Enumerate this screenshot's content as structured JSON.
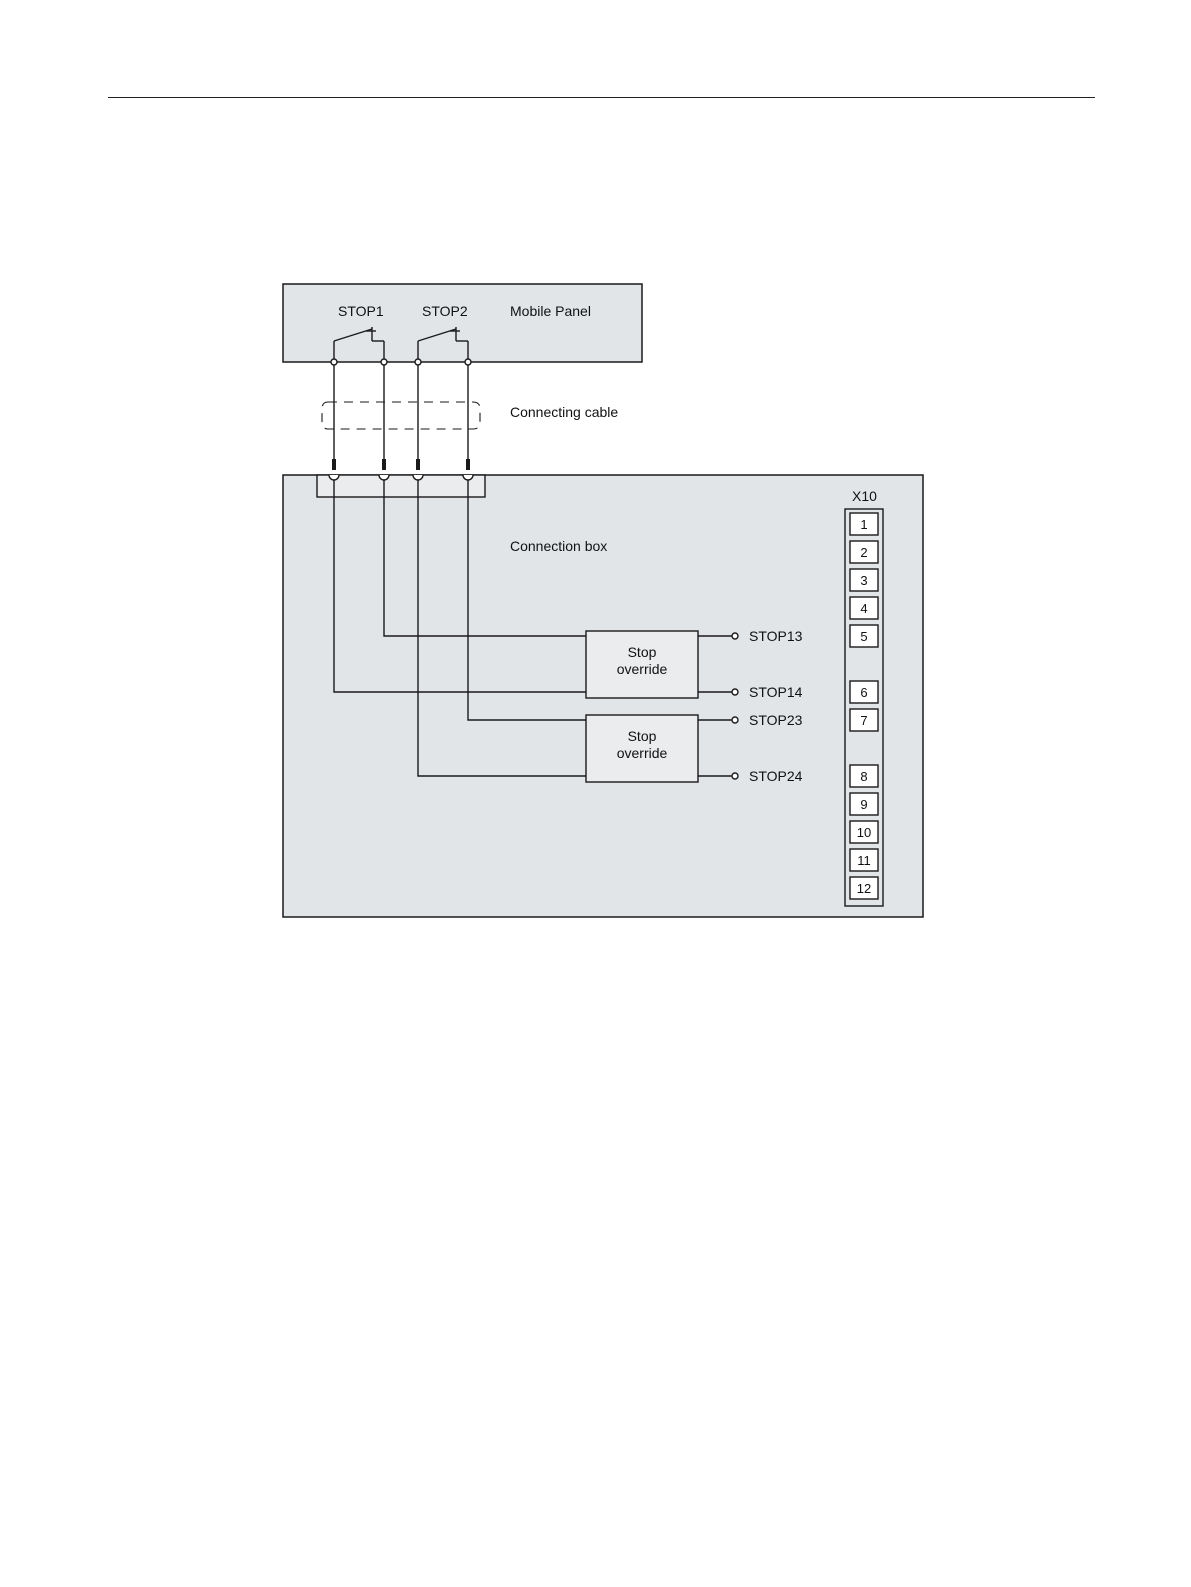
{
  "mobile_panel": {
    "label": "Mobile Panel",
    "switch_1": "STOP1",
    "switch_2": "STOP2"
  },
  "cable": {
    "label": "Connecting cable"
  },
  "connection_box": {
    "label": "Connection box",
    "override_1": {
      "line1": "Stop",
      "line2": "override"
    },
    "override_2": {
      "line1": "Stop",
      "line2": "override"
    },
    "outputs": [
      "STOP13",
      "STOP14",
      "STOP23",
      "STOP24"
    ]
  },
  "terminal": {
    "label": "X10",
    "pins": [
      "1",
      "2",
      "3",
      "4",
      "5",
      "6",
      "7",
      "8",
      "9",
      "10",
      "11",
      "12"
    ]
  },
  "colors": {
    "panel_fill": "#e1e5e8",
    "block_fill": "#eaeced",
    "line": "#1a1a1a"
  }
}
